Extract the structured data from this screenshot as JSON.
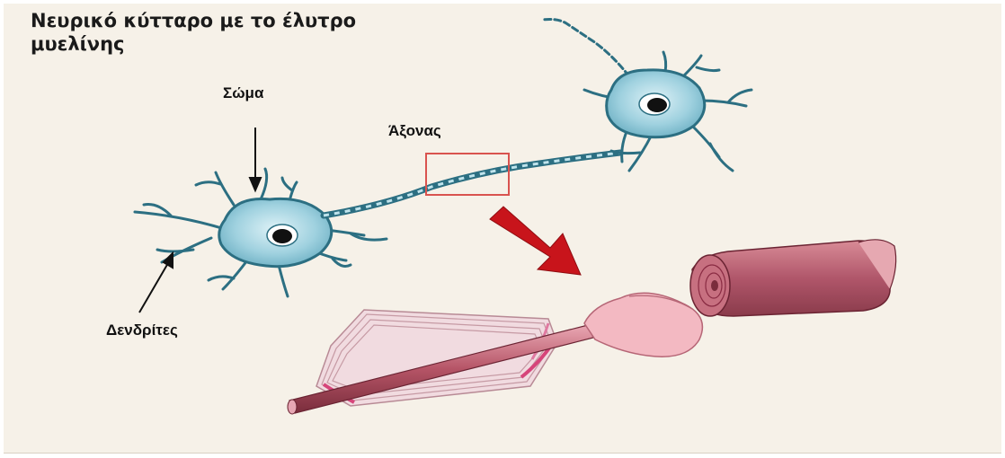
{
  "title_line1": "Νευρικό κύτταρο με το έλυτρο",
  "title_line2": "μυελίνης",
  "labels": {
    "soma": "Σώμα",
    "axon": "Άξονας",
    "dendrites": "Δενδρίτες"
  },
  "colors": {
    "background": "#f6f1e8",
    "neuron_fill": "#8fc8d8",
    "neuron_outline": "#2c6f82",
    "highlight_box": "#d9534f",
    "arrow": "#c8141b",
    "myelin": "#b85a6a"
  }
}
